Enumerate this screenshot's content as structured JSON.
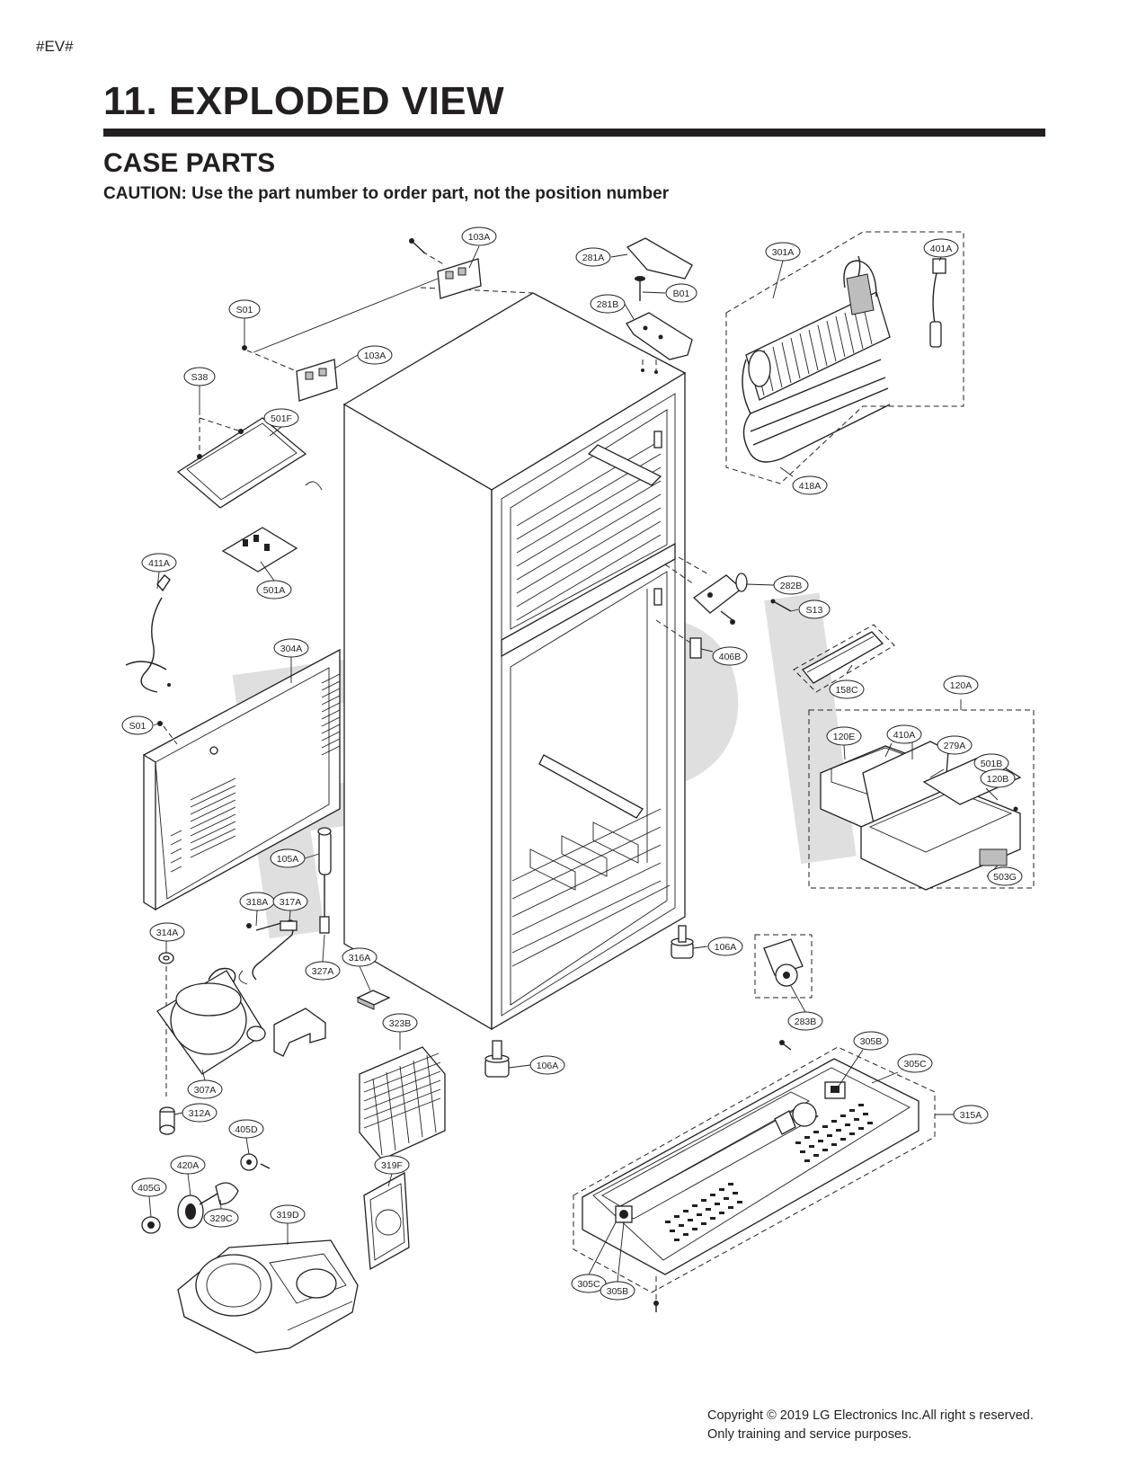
{
  "header": {
    "tag": "#EV#",
    "title": "11. EXPLODED VIEW",
    "subtitle": "CASE PARTS",
    "caution": "CAUTION: Use the part number to order part, not the position number"
  },
  "watermark": "RPI",
  "part_labels": {
    "p103A_top": "103A",
    "p281A": "281A",
    "pB01": "B01",
    "p281B": "281B",
    "p301A": "301A",
    "p401A": "401A",
    "pS01_top": "S01",
    "p103A_mid": "103A",
    "pS38": "S38",
    "p501F": "501F",
    "p418A": "418A",
    "p411A": "411A",
    "p501A": "501A",
    "p282B": "282B",
    "pS13": "S13",
    "p304A": "304A",
    "p406B": "406B",
    "p158C": "158C",
    "p120A": "120A",
    "pS01_mid": "S01",
    "p120E": "120E",
    "p410A": "410A",
    "p279A": "279A",
    "p501B": "501B",
    "p120B": "120B",
    "p105A": "105A",
    "p503G": "503G",
    "p318A": "318A",
    "p317A": "317A",
    "p314A": "314A",
    "p106A_right": "106A",
    "p327A": "327A",
    "p316A": "316A",
    "p283B": "283B",
    "p323B": "323B",
    "p106A_bottom": "106A",
    "p305B_top": "305B",
    "p305C_top": "305C",
    "p307A": "307A",
    "p315A": "315A",
    "p312A": "312A",
    "p405D": "405D",
    "p420A": "420A",
    "p319F": "319F",
    "p405G": "405G",
    "p329C": "329C",
    "p319D": "319D",
    "p305C_bottom": "305C",
    "p305B_bottom": "305B"
  },
  "footer": {
    "copyright_line1": "Copyright © 2019 LG Electronics Inc.All right s reserved.",
    "copyright_line2": "Only training and service purposes."
  }
}
